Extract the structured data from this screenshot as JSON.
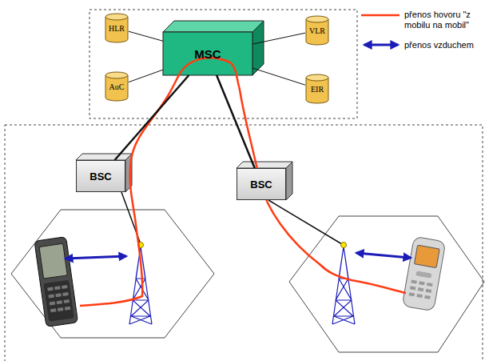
{
  "diagram": {
    "nodes": [
      {
        "text": [
          "HLR"
        ]
      },
      {
        "text": [
          "VLR"
        ]
      },
      {
        "text": [
          "MSC"
        ]
      },
      {
        "text": [
          "AuC"
        ]
      },
      {
        "text": [
          "EIR"
        ]
      },
      {
        "text": [
          "BSC"
        ]
      },
      {
        "text": [
          "BSC"
        ]
      }
    ],
    "edges": [
      {
        "from": 0,
        "to": 2,
        "arrow": "none"
      },
      {
        "from": 1,
        "to": 2,
        "arrow": "none"
      },
      {
        "from": 3,
        "to": 2,
        "arrow": "none"
      },
      {
        "from": 4,
        "to": 2,
        "arrow": "none"
      },
      {
        "from": 2,
        "to": 5,
        "arrow": "none"
      },
      {
        "from": 2,
        "to": 6,
        "arrow": "none"
      }
    ],
    "legend": [
      {
        "text": "přenos hovoru \"z mobilu na mobil\""
      },
      {
        "text": "přenos vzduchem"
      }
    ]
  }
}
